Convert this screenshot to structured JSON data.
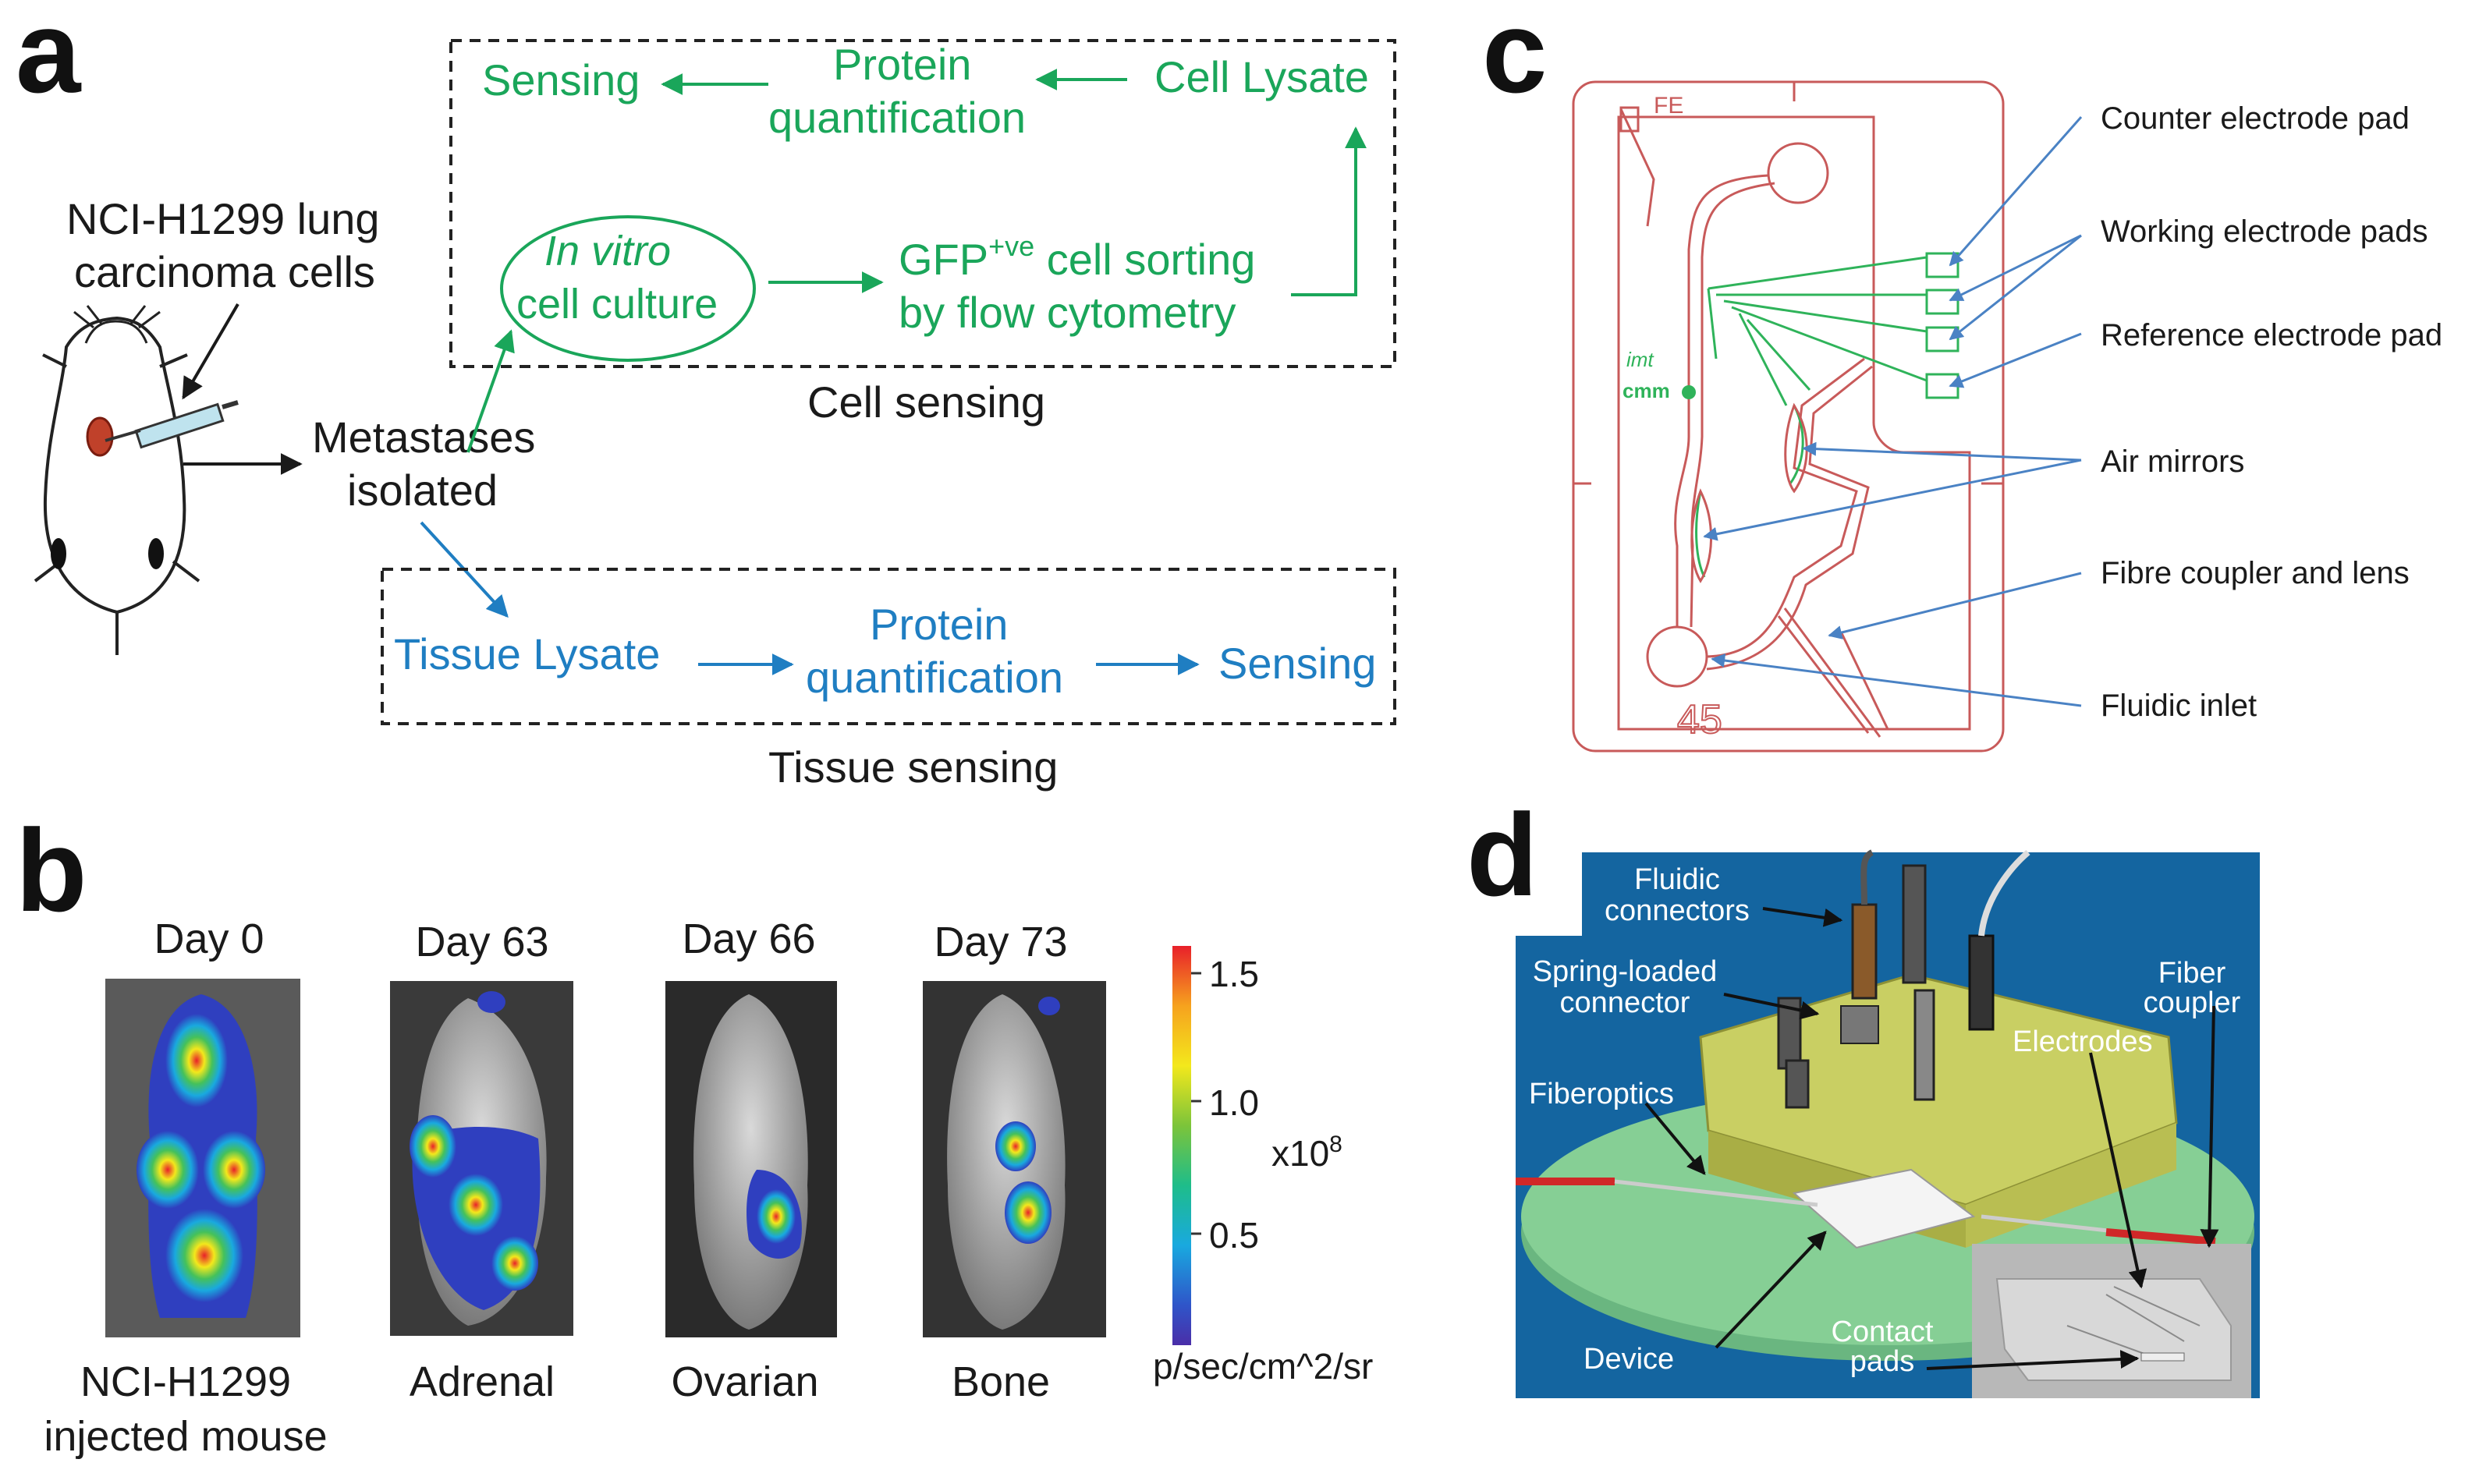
{
  "panels": {
    "a": "a",
    "b": "b",
    "c": "c",
    "d": "d"
  },
  "panel_a": {
    "cells_label_1": "NCI-H1299 lung",
    "cells_label_2": "carcinoma cells",
    "metastases_1": "Metastases",
    "metastases_2": "isolated",
    "cell_sensing": {
      "sensing": "Sensing",
      "protein_1": "Protein",
      "protein_2": "quantification",
      "cell_lysate": "Cell Lysate",
      "culture_1": "In vitro",
      "culture_2": "cell culture",
      "gfp_main": "GFP",
      "gfp_sup": "+ve",
      "gfp_rest": " cell sorting",
      "gfp_2": "by flow cytometry",
      "caption": "Cell sensing"
    },
    "tissue_sensing": {
      "tissue_lysate": "Tissue Lysate",
      "protein_1": "Protein",
      "protein_2": "quantification",
      "sensing": "Sensing",
      "caption": "Tissue sensing"
    }
  },
  "panel_b": {
    "images": [
      {
        "day": "Day 0",
        "label_1": "NCI-H1299",
        "label_2": "injected mouse"
      },
      {
        "day": "Day 63",
        "label_1": "Adrenal",
        "label_2": ""
      },
      {
        "day": "Day 66",
        "label_1": "Ovarian",
        "label_2": ""
      },
      {
        "day": "Day 73",
        "label_1": "Bone",
        "label_2": ""
      }
    ],
    "colorbar": {
      "ticks": [
        "1.5",
        "1.0",
        "0.5"
      ],
      "multiplier_base": "x10",
      "multiplier_exp": "8",
      "unit": "p/sec/cm^2/sr",
      "colors": [
        "#e8202a",
        "#f6a21e",
        "#f3e81c",
        "#7cc43a",
        "#1ebd8a",
        "#19a9df",
        "#2f55c9",
        "#4a2ea8"
      ]
    }
  },
  "panel_c": {
    "labels": [
      "Counter electrode pad",
      "Working electrode pads",
      "Reference electrode pad",
      "Air mirrors",
      "Fibre coupler and lens",
      "Fluidic inlet"
    ],
    "chip_logo_1": "imt",
    "chip_logo_2": "cmm",
    "chip_number": "45",
    "chip_mark": "FE"
  },
  "panel_d": {
    "labels": {
      "fluidic_1": "Fluidic",
      "fluidic_2": "connectors",
      "spring_1": "Spring-loaded",
      "spring_2": "connector",
      "fiber_1": "Fiber",
      "fiber_2": "coupler",
      "electrodes": "Electrodes",
      "fiberoptics": "Fiberoptics",
      "device": "Device",
      "contact_1": "Contact",
      "contact_2": "pads"
    },
    "colors": {
      "background": "#1465a0",
      "disk": "#7fc88f",
      "block": "#d9dc6a"
    }
  }
}
